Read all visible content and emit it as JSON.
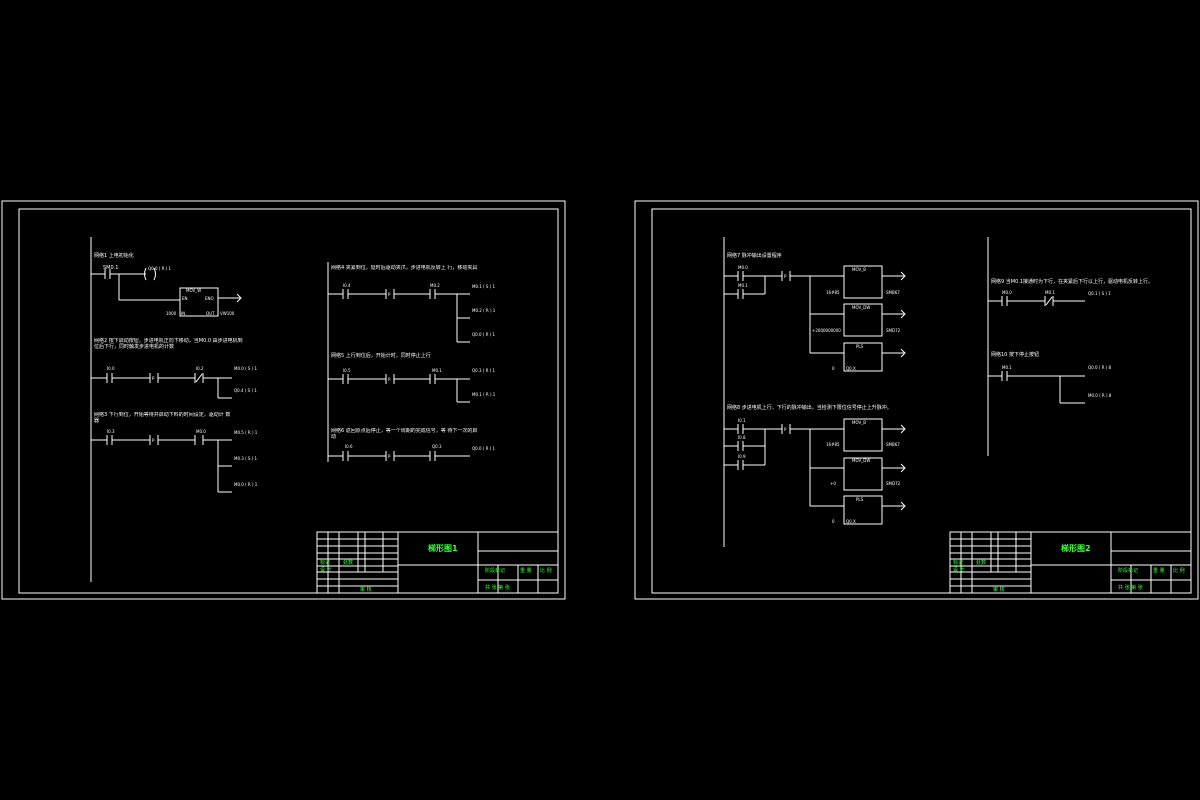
{
  "sheets": [
    {
      "title": "梯形图1",
      "title_block": {
        "designer": "设 计",
        "label_a": "标记",
        "label_b": "处数",
        "approve": "审 核",
        "stage": "阶段标记",
        "weight": "重 量",
        "ratio": "比 例",
        "sheet": "共 张 第 张"
      },
      "networks": [
        {
          "label": "网络1 上电初始化",
          "contacts": [
            "SM0.1"
          ],
          "coils": [
            "Q0.0 ( R ) 1"
          ],
          "box": {
            "name": "MOV_W",
            "in": "IN",
            "en": "EN",
            "eno": "ENO",
            "out": "OUT",
            "in_val": "1000",
            "out_val": "VW100"
          }
        },
        {
          "label": "网络2 按下启动按钮，步进电机正向下移动，当M0.0 由步进电机到位后下行，同时触发步进电机的计数",
          "contacts": [
            "I0.0",
            "P",
            "I0.2"
          ],
          "coils": [
            "M0.0 ( S ) 1",
            "Q0.4 ( S ) 1"
          ]
        },
        {
          "label": "网络3 下行到位，开始等待并启动下料的时间设定，驱动计 数器",
          "contacts": [
            "I0.3",
            "P",
            "M0.0"
          ],
          "coils": [
            "M0.5 ( R ) 1",
            "M0.3 ( S ) 1",
            "M0.0 ( R ) 1"
          ]
        },
        {
          "label": "网络4 夹紧到位，延时后驱动夹爪，步进电机反转上 行，移动夹具",
          "contacts": [
            "I0.4",
            "P",
            "M0.2"
          ],
          "coils": [
            "M0.1 ( S ) 1",
            "M0.2 ( R ) 1",
            "Q0.0 ( R ) 1"
          ]
        },
        {
          "label": "网络5 上行到位后，开始计时，同时停止上行",
          "contacts": [
            "I0.5",
            "P",
            "M0.1"
          ],
          "coils": [
            "Q0.3 ( R ) 1",
            "M0.1 ( R ) 1"
          ]
        },
        {
          "label": "网络6 返回原点后停止，等一个周期的完成信号，等 待下一次的启动",
          "contacts": [
            "I0.6",
            "P",
            "Q0.3"
          ],
          "coils": [
            "Q0.0 ( R ) 1"
          ]
        }
      ]
    },
    {
      "title": "梯形图2",
      "title_block": {
        "designer": "设 计",
        "label_a": "标记",
        "label_b": "处数",
        "approve": "审 核",
        "stage": "阶段标记",
        "weight": "重 量",
        "ratio": "比 例",
        "sheet": "共 张 第 张"
      },
      "networks": [
        {
          "label": "网络7 脉冲输出设置程序",
          "contacts": [
            "M0.0",
            "M0.1",
            "P"
          ],
          "boxes": [
            {
              "name": "MOV_B",
              "in_val": "16#85",
              "out_val": "SMB67"
            },
            {
              "name": "MOV_DW",
              "in_val": "+2000000000",
              "out_val": "SMD72"
            },
            {
              "name": "PLS",
              "in_val": "0",
              "out_val": "Q0.X"
            }
          ]
        },
        {
          "label": "网络8 步进电机上行，下行的脉冲输出，当检测下限位信号停止上升脉冲。",
          "contacts": [
            "I0.1",
            "I0.8",
            "I0.9",
            "P"
          ],
          "boxes": [
            {
              "name": "MOV_B",
              "in_val": "16#85",
              "out_val": "SMB67"
            },
            {
              "name": "MOV_DW",
              "in_val": "+0",
              "out_val": "SMD72"
            },
            {
              "name": "PLS",
              "in_val": "0",
              "out_val": "Q0.X"
            }
          ]
        },
        {
          "label": "网络9 当M0.1接通时为下行，在夹紧后下行以上行，驱动电机反转上行。",
          "contacts": [
            "M0.0",
            "M0.1"
          ],
          "coils": [
            "Q0.1 ( S ) 1"
          ]
        },
        {
          "label": "网络10 按下停止按钮",
          "contacts": [
            "M0.1"
          ],
          "coils": [
            "Q0.0 ( R ) 8",
            "M0.0 ( R ) 8"
          ]
        }
      ]
    }
  ],
  "colors": {
    "background": "#000000",
    "lines": "#ffffff",
    "title_text": "#39ff39"
  }
}
